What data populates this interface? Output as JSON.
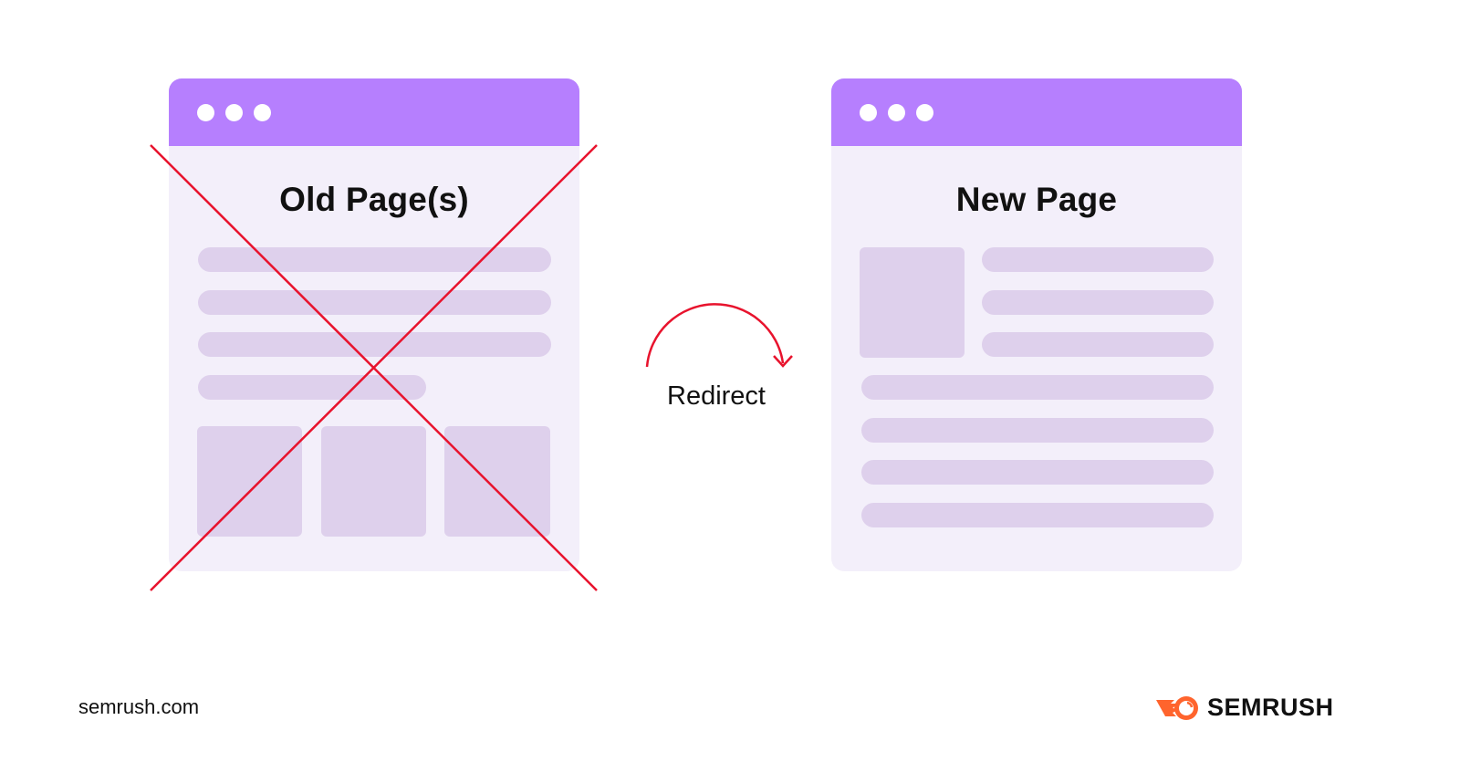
{
  "diagram": {
    "old_page": {
      "title": "Old Page(s)",
      "status": "crossed-out"
    },
    "new_page": {
      "title": "New Page"
    },
    "arrow": {
      "label": "Redirect",
      "color": "#e8132d"
    }
  },
  "footer": {
    "url": "semrush.com",
    "brand": "SEMRUSH",
    "brand_color": "#ff642d"
  },
  "colors": {
    "window_bar": "#b67ffe",
    "window_body": "#f3effa",
    "placeholder": "#ded0ec",
    "cross": "#e8132d"
  }
}
